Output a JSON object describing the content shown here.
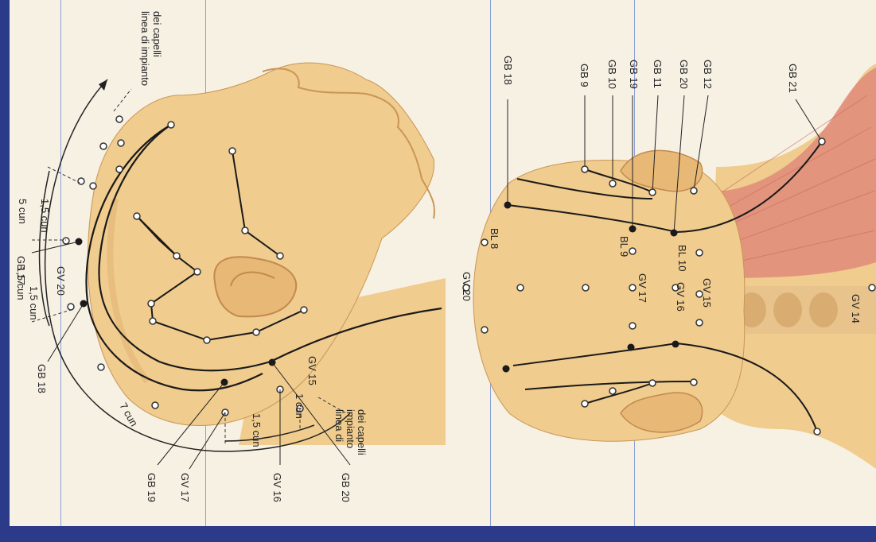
{
  "left_panel": {
    "hairline_label_top": [
      "linea di impianto",
      "dei capelli"
    ],
    "hairline_label_bottom": [
      "linea di",
      "impianto",
      "dei capelli"
    ],
    "distances": {
      "d5cun": "5 cun",
      "d15cun_a": "1,5 cun",
      "d15cun_b": "1,5 cun",
      "d15cun_c": "1,5 cun",
      "d7cun": "7 cun",
      "d15cun_d": "1,5 cun",
      "d1cun": "1 cun"
    },
    "points": {
      "gb17": "GB 17",
      "gv20": "GV 20",
      "gb18": "GB 18",
      "gb19": "GB 19",
      "gv17": "GV 17",
      "gv16": "GV 16",
      "gb20": "GB 20",
      "gv15": "GV 15"
    }
  },
  "right_panel": {
    "points": {
      "gb18": "GB 18",
      "gb9": "GB 9",
      "gb10": "GB 10",
      "gb19": "GB 19",
      "gb11": "GB 11",
      "gb20": "GB 20",
      "gb12": "GB 12",
      "gb21": "GB 21",
      "bl8": "BL 8",
      "bl9": "BL 9",
      "bl10": "BL 10",
      "gv20": "GV 20",
      "gv17": "GV 17",
      "gv16": "GV 16",
      "gv15": "GV 15",
      "gv14": "GV 14"
    }
  },
  "colors": {
    "skin": "#f0cc8e",
    "skin_dark": "#e3b06c",
    "muscle": "#e08a7a",
    "frame_blue": "#2c3a8a",
    "guide_line": "#8aa0d8"
  }
}
